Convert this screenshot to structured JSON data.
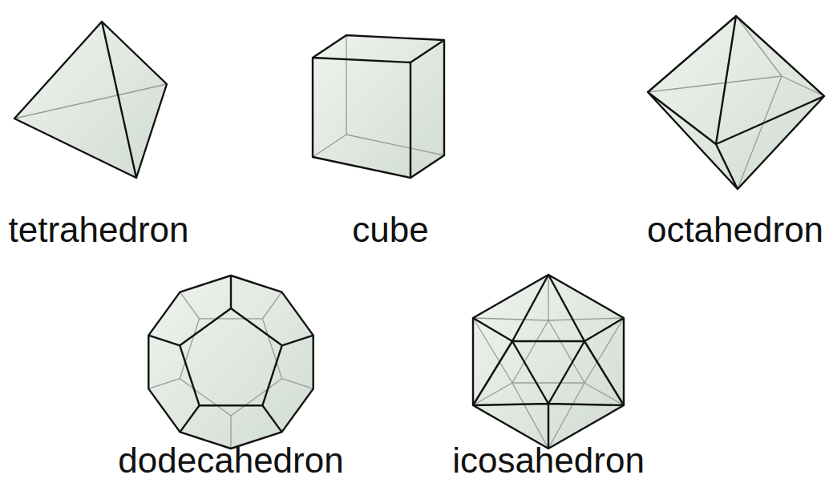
{
  "diagram": {
    "labels": [
      "tetrahedron",
      "cube",
      "octahedron",
      "dodecahedron",
      "icosahedron"
    ]
  }
}
